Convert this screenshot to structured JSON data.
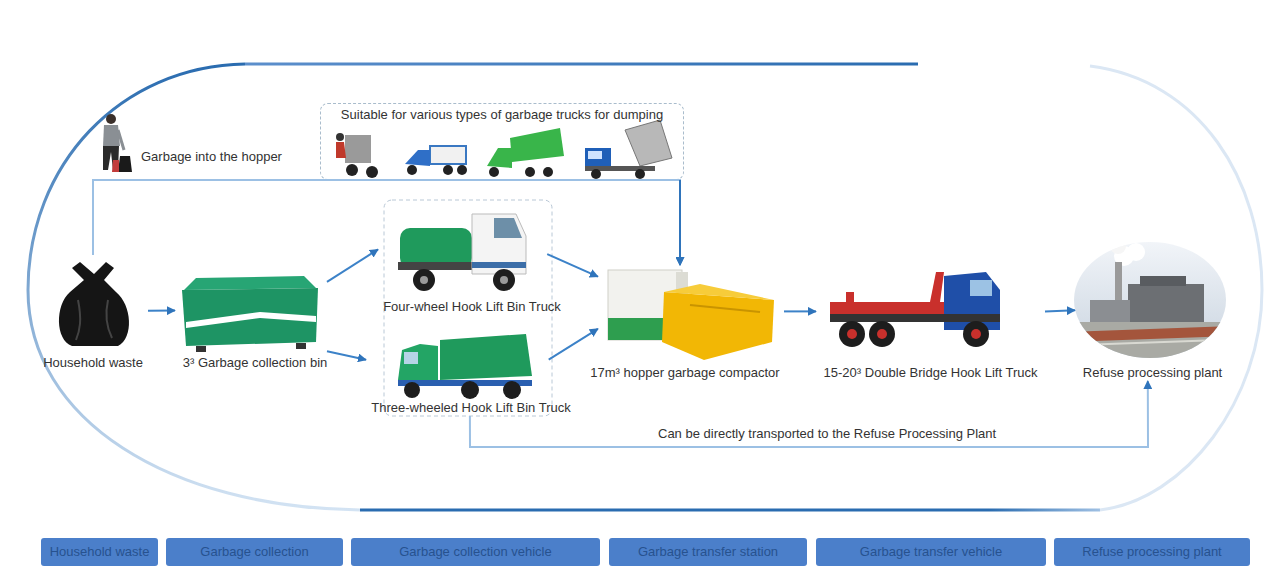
{
  "diagram": {
    "nodes": [
      {
        "text": [
          "Suitable for various types of garbage trucks for dumping"
        ]
      },
      {
        "text": [
          "Household waste"
        ]
      },
      {
        "text": [
          "3³ Garbage collection bin"
        ]
      },
      {
        "text": [
          "Four-wheel Hook Lift Bin Truck"
        ]
      },
      {
        "text": [
          "Three-wheeled Hook Lift Bin Truck"
        ]
      },
      {
        "text": [
          "17m³ hopper garbage compactor"
        ]
      },
      {
        "text": [
          "15-20³ Double Bridge Hook Lift Truck"
        ]
      },
      {
        "text": [
          "Refuse processing plant"
        ]
      },
      {
        "text": [
          "Household waste"
        ]
      },
      {
        "text": [
          "Garbage collection"
        ]
      },
      {
        "text": [
          "Garbage collection vehicle"
        ]
      },
      {
        "text": [
          "Garbage transfer station"
        ]
      },
      {
        "text": [
          "Garbage transfer vehicle"
        ]
      },
      {
        "text": [
          "Refuse processing plant"
        ]
      }
    ],
    "edges": [
      {
        "from": 1,
        "to": 5,
        "arrow": "to",
        "label": "Garbage into the hopper"
      },
      {
        "from": 0,
        "to": 5,
        "arrow": "to"
      },
      {
        "from": 1,
        "to": 2,
        "arrow": "to"
      },
      {
        "from": 2,
        "to": 3,
        "arrow": "to"
      },
      {
        "from": 2,
        "to": 4,
        "arrow": "to"
      },
      {
        "from": 3,
        "to": 5,
        "arrow": "to"
      },
      {
        "from": 4,
        "to": 5,
        "arrow": "to"
      },
      {
        "from": 5,
        "to": 6,
        "arrow": "to"
      },
      {
        "from": 6,
        "to": 7,
        "arrow": "to"
      },
      {
        "from": 4,
        "to": 7,
        "arrow": "to",
        "label": "Can be directly transported to the Refuse Processing Plant"
      }
    ]
  }
}
